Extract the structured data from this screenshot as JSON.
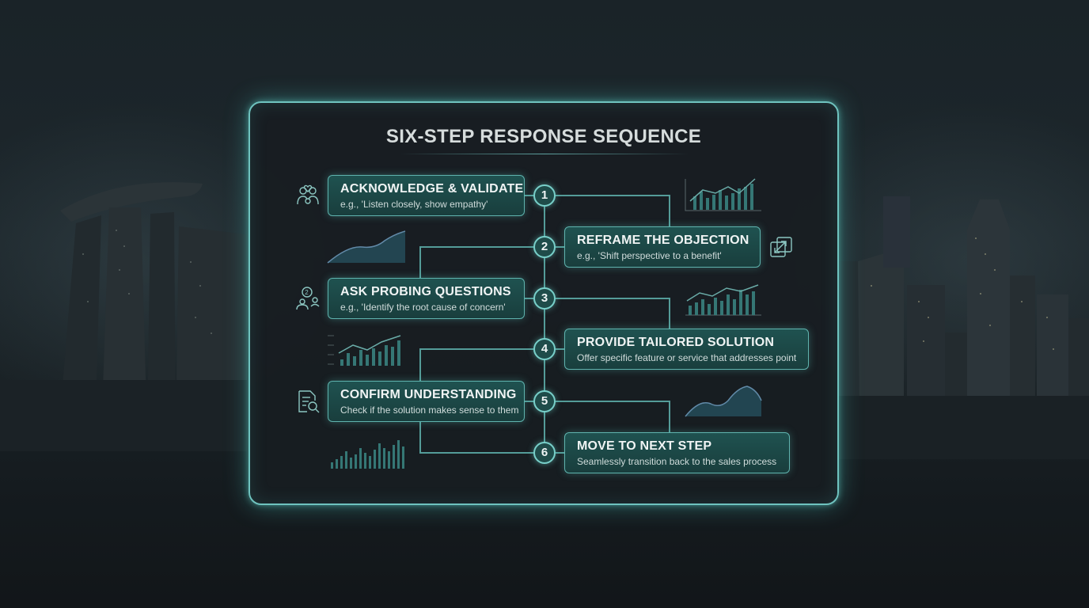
{
  "title": "SIX-STEP RESPONSE SEQUENCE",
  "colors": {
    "accent": "#6fc3bf",
    "box_fill": "#1f5250",
    "panel": "#181d21"
  },
  "steps": [
    {
      "number": "1",
      "title": "ACKNOWLEDGE & VALIDATE",
      "subtitle": "e.g., 'Listen closely, show empathy'",
      "icon": "people-heart-icon",
      "side": "left"
    },
    {
      "number": "2",
      "title": "REFRAME THE OBJECTION",
      "subtitle": "e.g., 'Shift perspective to a benefit'",
      "icon": "reframe-arrows-icon",
      "side": "right"
    },
    {
      "number": "3",
      "title": "ASK PROBING QUESTIONS",
      "subtitle": "e.g., 'Identify the root cause of concern'",
      "icon": "question-person-icon",
      "side": "left"
    },
    {
      "number": "4",
      "title": "PROVIDE TAILORED SOLUTION",
      "subtitle": "Offer specific feature or service that addresses point",
      "icon": "",
      "side": "right"
    },
    {
      "number": "5",
      "title": "CONFIRM UNDERSTANDING",
      "subtitle": "Check if the solution makes sense to them",
      "icon": "document-search-icon",
      "side": "left"
    },
    {
      "number": "6",
      "title": "MOVE TO NEXT STEP",
      "subtitle": "Seamlessly transition back to the sales process",
      "icon": "",
      "side": "right"
    }
  ]
}
